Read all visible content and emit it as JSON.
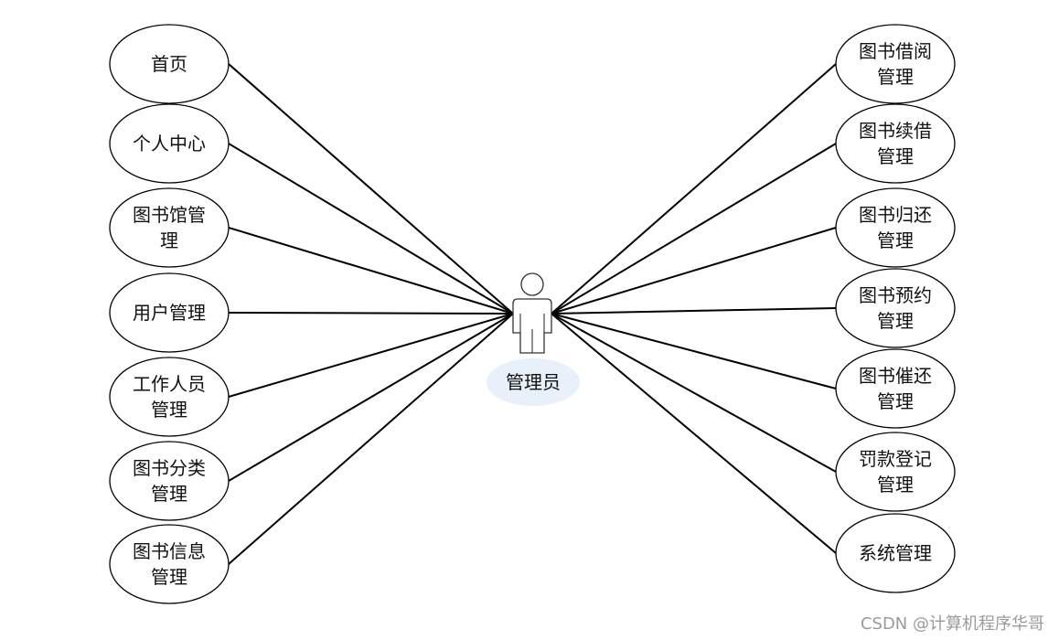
{
  "actor": {
    "label": "管理员"
  },
  "left_use_cases": [
    {
      "id": "home",
      "lines": [
        "首页"
      ]
    },
    {
      "id": "personal-center",
      "lines": [
        "个人中心"
      ]
    },
    {
      "id": "library-management",
      "lines": [
        "图书馆管",
        "理"
      ]
    },
    {
      "id": "user-management",
      "lines": [
        "用户管理"
      ]
    },
    {
      "id": "staff-management",
      "lines": [
        "工作人员",
        "管理"
      ]
    },
    {
      "id": "book-category-management",
      "lines": [
        "图书分类",
        "管理"
      ]
    },
    {
      "id": "book-info-management",
      "lines": [
        "图书信息",
        "管理"
      ]
    }
  ],
  "right_use_cases": [
    {
      "id": "borrow-management",
      "lines": [
        "图书借阅",
        "管理"
      ]
    },
    {
      "id": "renew-management",
      "lines": [
        "图书续借",
        "管理"
      ]
    },
    {
      "id": "return-management",
      "lines": [
        "图书归还",
        "管理"
      ]
    },
    {
      "id": "reservation-management",
      "lines": [
        "图书预约",
        "管理"
      ]
    },
    {
      "id": "return-reminder-management",
      "lines": [
        "图书催还",
        "管理"
      ]
    },
    {
      "id": "fine-registration-management",
      "lines": [
        "罚款登记",
        "管理"
      ]
    },
    {
      "id": "system-management",
      "lines": [
        "系统管理"
      ]
    }
  ],
  "watermark": "CSDN @计算机程序华哥"
}
